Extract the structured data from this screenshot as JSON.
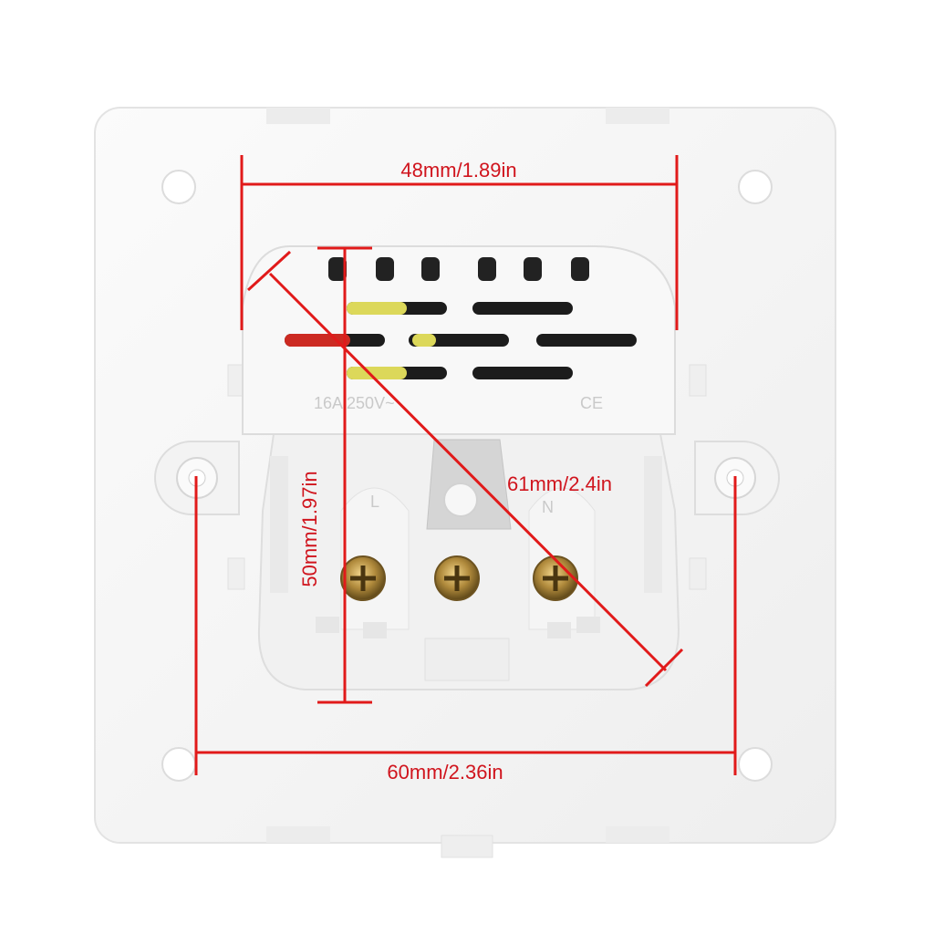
{
  "colors": {
    "dimension_line": "#e11a1a",
    "dimension_text": "#d0141d",
    "plate": "#f6f6f6",
    "housing": "#f1f1f1",
    "screw": "#b08a3c",
    "wire_red": "#cc2a22",
    "wire_yellow": "#dcd85a"
  },
  "dimensions": {
    "top_width": "48mm/1.89in",
    "bottom_width": "60mm/2.36in",
    "height": "50mm/1.97in",
    "diagonal": "61mm/2.4in"
  },
  "product_markings": {
    "rating": "16A 250V~",
    "ce": "CE",
    "terminal_left": "L",
    "terminal_right": "N"
  }
}
